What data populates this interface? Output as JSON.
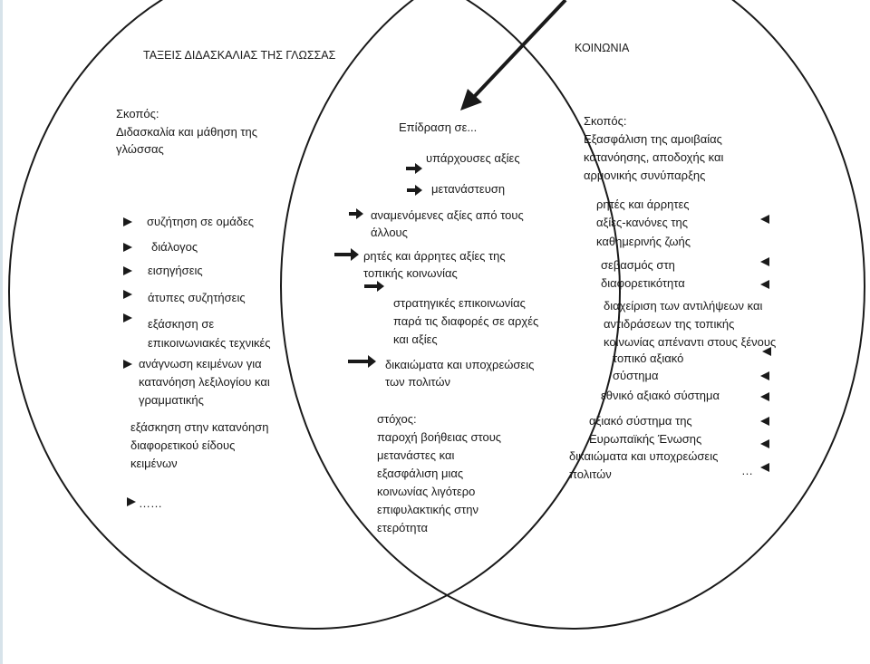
{
  "left_circle": {
    "title": "ΤΑΞΕΙΣ ΔΙΔΑΣΚΑΛΙΑΣ ΤΗΣ ΓΛΩΣΣΑΣ",
    "goal_label": "Σκοπός:",
    "goal_lines": [
      "Διδασκαλία και μάθηση της",
      "γλώσσας"
    ],
    "items": [
      {
        "lines": [
          "συζήτηση σε ομάδες"
        ]
      },
      {
        "lines": [
          "διάλογος"
        ]
      },
      {
        "lines": [
          "εισηγήσεις"
        ]
      },
      {
        "lines": [
          "άτυπες συζητήσεις"
        ]
      },
      {
        "lines": [
          "εξάσκηση σε",
          "επικοινωνιακές τεχνικές"
        ]
      },
      {
        "lines": [
          "ανάγνωση κειμένων για",
          "κατανόηση λεξιλογίου και",
          "γραμματικής"
        ]
      }
    ],
    "extra_lines": [
      "εξάσκηση στην κατανόηση",
      "διαφορετικού είδους",
      "κειμένων"
    ],
    "ellipsis": "……"
  },
  "center": {
    "title": "Επίδραση σε...",
    "items": [
      {
        "lines": [
          "υπάρχουσες αξίες"
        ]
      },
      {
        "lines": [
          "μετανάστευση"
        ]
      },
      {
        "lines": [
          "αναμενόμενες αξίες από τους",
          "άλλους"
        ]
      },
      {
        "lines": [
          "ρητές και άρρητες αξίες της",
          "τοπικής κοινωνίας"
        ]
      },
      {
        "lines": [
          "στρατηγικές επικοινωνίας",
          "παρά τις διαφορές σε αρχές",
          "και αξίες"
        ]
      },
      {
        "lines": [
          "δικαιώματα και υποχρεώσεις",
          "των πολιτών"
        ]
      }
    ],
    "goal_label": "στόχος:",
    "goal_lines": [
      "παροχή βοήθειας στους",
      "μετανάστες και",
      "εξασφάλιση μιας",
      "κοινωνίας λιγότερο",
      "επιφυλακτικής στην",
      "ετερότητα"
    ]
  },
  "right_circle": {
    "title": "ΚΟΙΝΩΝΙΑ",
    "goal_label": "Σκοπός:",
    "goal_lines": [
      "Εξασφάλιση της αμοιβαίας",
      "κατανόησης, αποδοχής και",
      "αρμονικής συνύπαρξης"
    ],
    "items": [
      {
        "lines": [
          "ρητές και άρρητες",
          "αξίες-κανόνες της",
          "καθημερινής ζωής"
        ]
      },
      {
        "lines": [
          "σεβασμός στη",
          "διαφορετικότητα"
        ]
      },
      {
        "lines": [
          "διαχείριση των αντιλήψεων και",
          "αντιδράσεων της τοπικής",
          "κοινωνίας απέναντι στους ξένους"
        ]
      },
      {
        "lines": [
          "τοπικό αξιακό",
          "σύστημα"
        ]
      },
      {
        "lines": [
          "εθνικό αξιακό σύστημα"
        ]
      },
      {
        "lines": [
          "αξιακό σύστημα της",
          "Ευρωπαϊκής Ένωσης"
        ]
      },
      {
        "lines": [
          "δικαιώματα και υποχρεώσεις",
          "πολιτών"
        ]
      }
    ],
    "ellipsis": "…"
  },
  "colors": {
    "ink": "#1a1a1a",
    "background": "#ffffff",
    "edge": "#d7e3ea"
  }
}
